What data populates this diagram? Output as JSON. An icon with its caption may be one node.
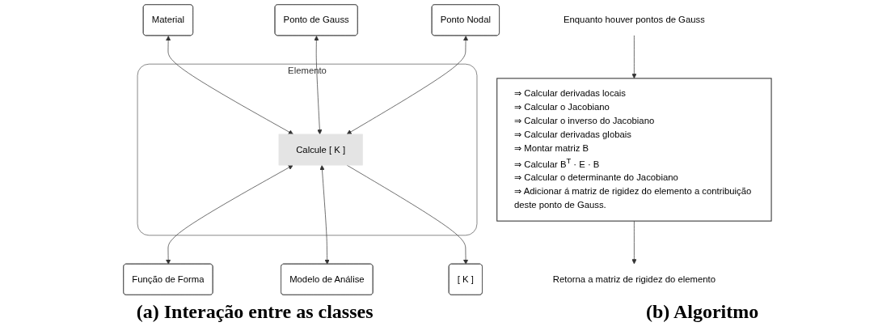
{
  "diagram": {
    "nodes": [
      {
        "text": [
          "Material"
        ]
      },
      {
        "text": [
          "Ponto de Gauss"
        ]
      },
      {
        "text": [
          "Ponto Nodal"
        ]
      },
      {
        "text": [
          "Elemento"
        ]
      },
      {
        "text": [
          "Calcule [ K ]"
        ],
        "in": 3
      },
      {
        "text": [
          "Função de Forma"
        ]
      },
      {
        "text": [
          "Modelo de Análise"
        ]
      },
      {
        "text": [
          "[ K ]"
        ]
      },
      {
        "text": [
          "Enquanto houver pontos de Gauss"
        ]
      },
      {
        "text": [
          "⇒ Calcular derivadas locais",
          "⇒ Calcular o Jacobiano",
          "⇒ Calcular o inverso do Jacobiano",
          "⇒ Calcular derivadas globais",
          "⇒ Montar matriz B",
          "⇒ Calcular B$^{T}$ · E · B",
          "⇒ Calcular o determinante do Jacobiano",
          "⇒ Adicionar á matriz de rigidez do elemento a contribuição deste ponto de Gauss."
        ]
      },
      {
        "text": [
          "Retorna a matriz de rigidez do elemento"
        ]
      }
    ],
    "edges": [
      {
        "from": 0,
        "to": 4,
        "arrow": "both"
      },
      {
        "from": 1,
        "to": 4,
        "arrow": "both"
      },
      {
        "from": 2,
        "to": 4,
        "arrow": "both"
      },
      {
        "from": 4,
        "to": 5,
        "arrow": "both"
      },
      {
        "from": 4,
        "to": 6,
        "arrow": "both"
      },
      {
        "from": 4,
        "to": 7,
        "arrow": "to"
      },
      {
        "from": 8,
        "to": 9,
        "arrow": "to"
      },
      {
        "from": 9,
        "to": 10,
        "arrow": "to"
      }
    ],
    "labels": [
      "(a) Interação entre as classes",
      "(b) Algoritmo"
    ]
  }
}
